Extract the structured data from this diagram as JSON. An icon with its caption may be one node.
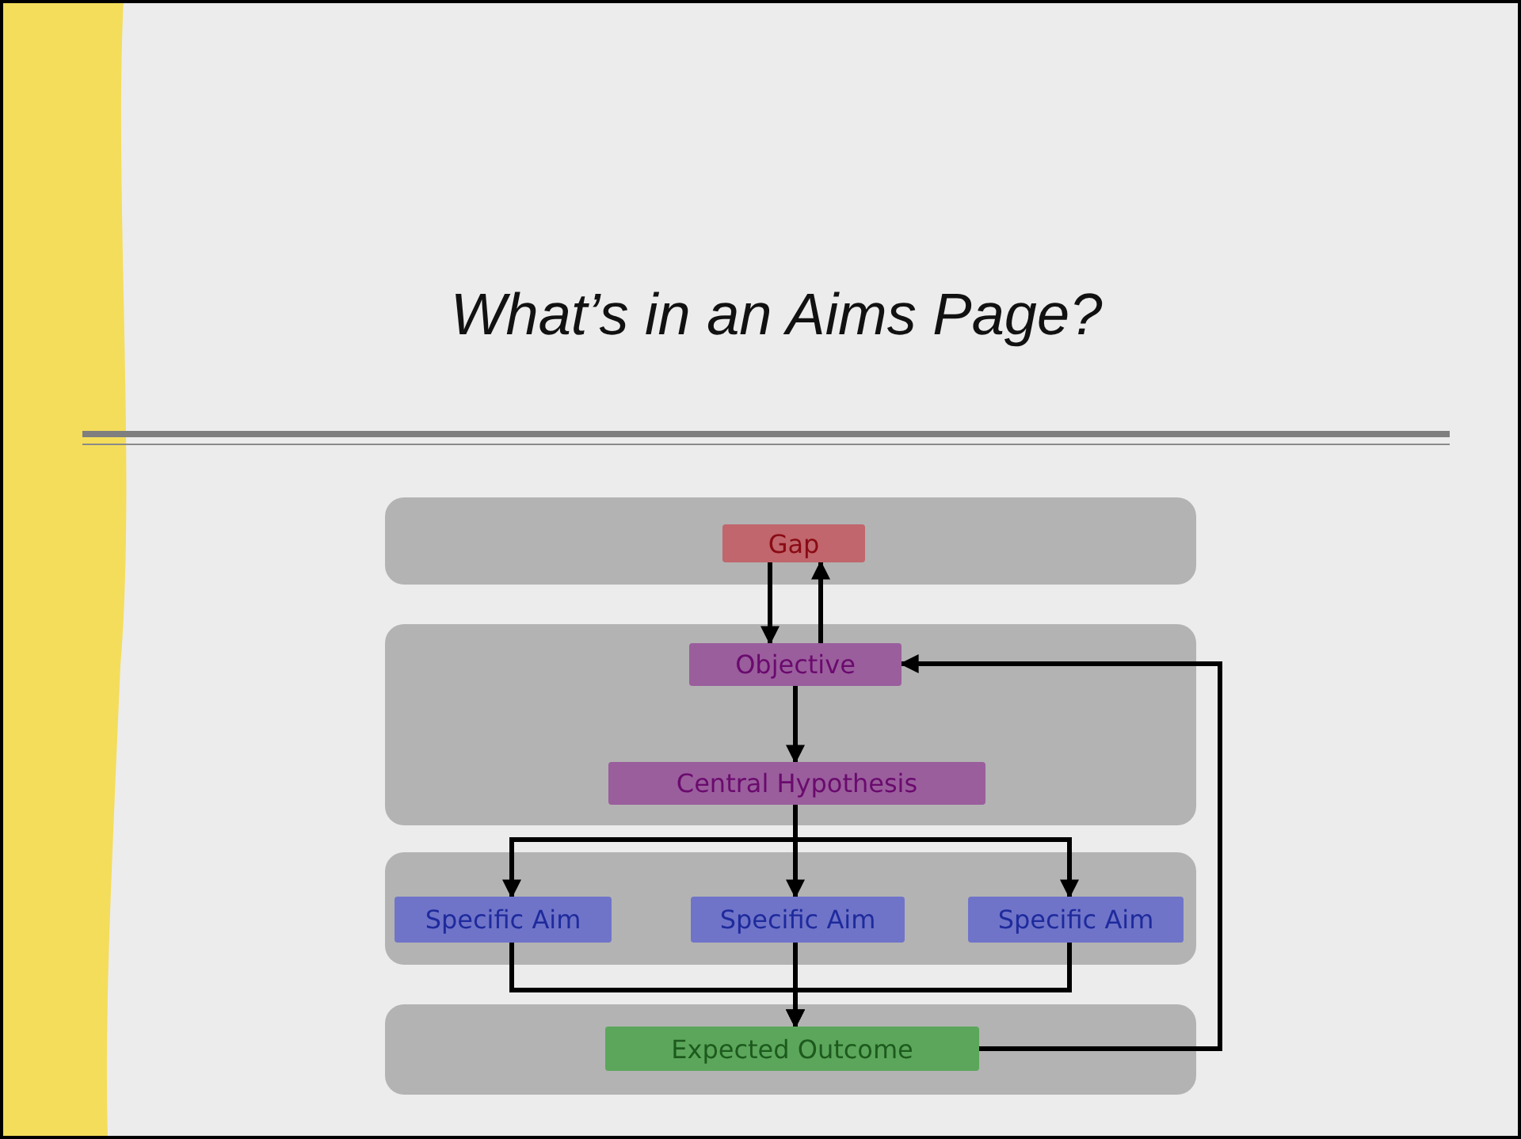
{
  "diagram": {
    "title": "What’s in an Aims Page?",
    "nodes": [
      {
        "text": [],
        "shape": "band"
      },
      {
        "text": [
          "Gap"
        ],
        "in": 0
      },
      {
        "text": [],
        "shape": "band"
      },
      {
        "text": [
          "Objective"
        ],
        "in": 2
      },
      {
        "text": [
          "Central Hypothesis"
        ],
        "in": 2
      },
      {
        "text": [],
        "shape": "band"
      },
      {
        "text": [
          "Specific Aim"
        ],
        "in": 5
      },
      {
        "text": [
          "Specific Aim"
        ],
        "in": 5
      },
      {
        "text": [
          "Specific Aim"
        ],
        "in": 5
      },
      {
        "text": [],
        "shape": "band"
      },
      {
        "text": [
          "Expected Outcome"
        ],
        "in": 9
      }
    ],
    "edges": [
      {
        "from": 1,
        "to": 3,
        "arrow": "to"
      },
      {
        "from": 3,
        "to": 1,
        "arrow": "to"
      },
      {
        "from": 3,
        "to": 4,
        "arrow": "to"
      },
      {
        "from": 4,
        "to": 6,
        "arrow": "to"
      },
      {
        "from": 4,
        "to": 7,
        "arrow": "to"
      },
      {
        "from": 4,
        "to": 8,
        "arrow": "to"
      },
      {
        "from": 6,
        "to": 10,
        "arrow": "to"
      },
      {
        "from": 7,
        "to": 10,
        "arrow": "to"
      },
      {
        "from": 8,
        "to": 10,
        "arrow": "to"
      },
      {
        "from": 10,
        "to": 3,
        "arrow": "to"
      }
    ]
  }
}
